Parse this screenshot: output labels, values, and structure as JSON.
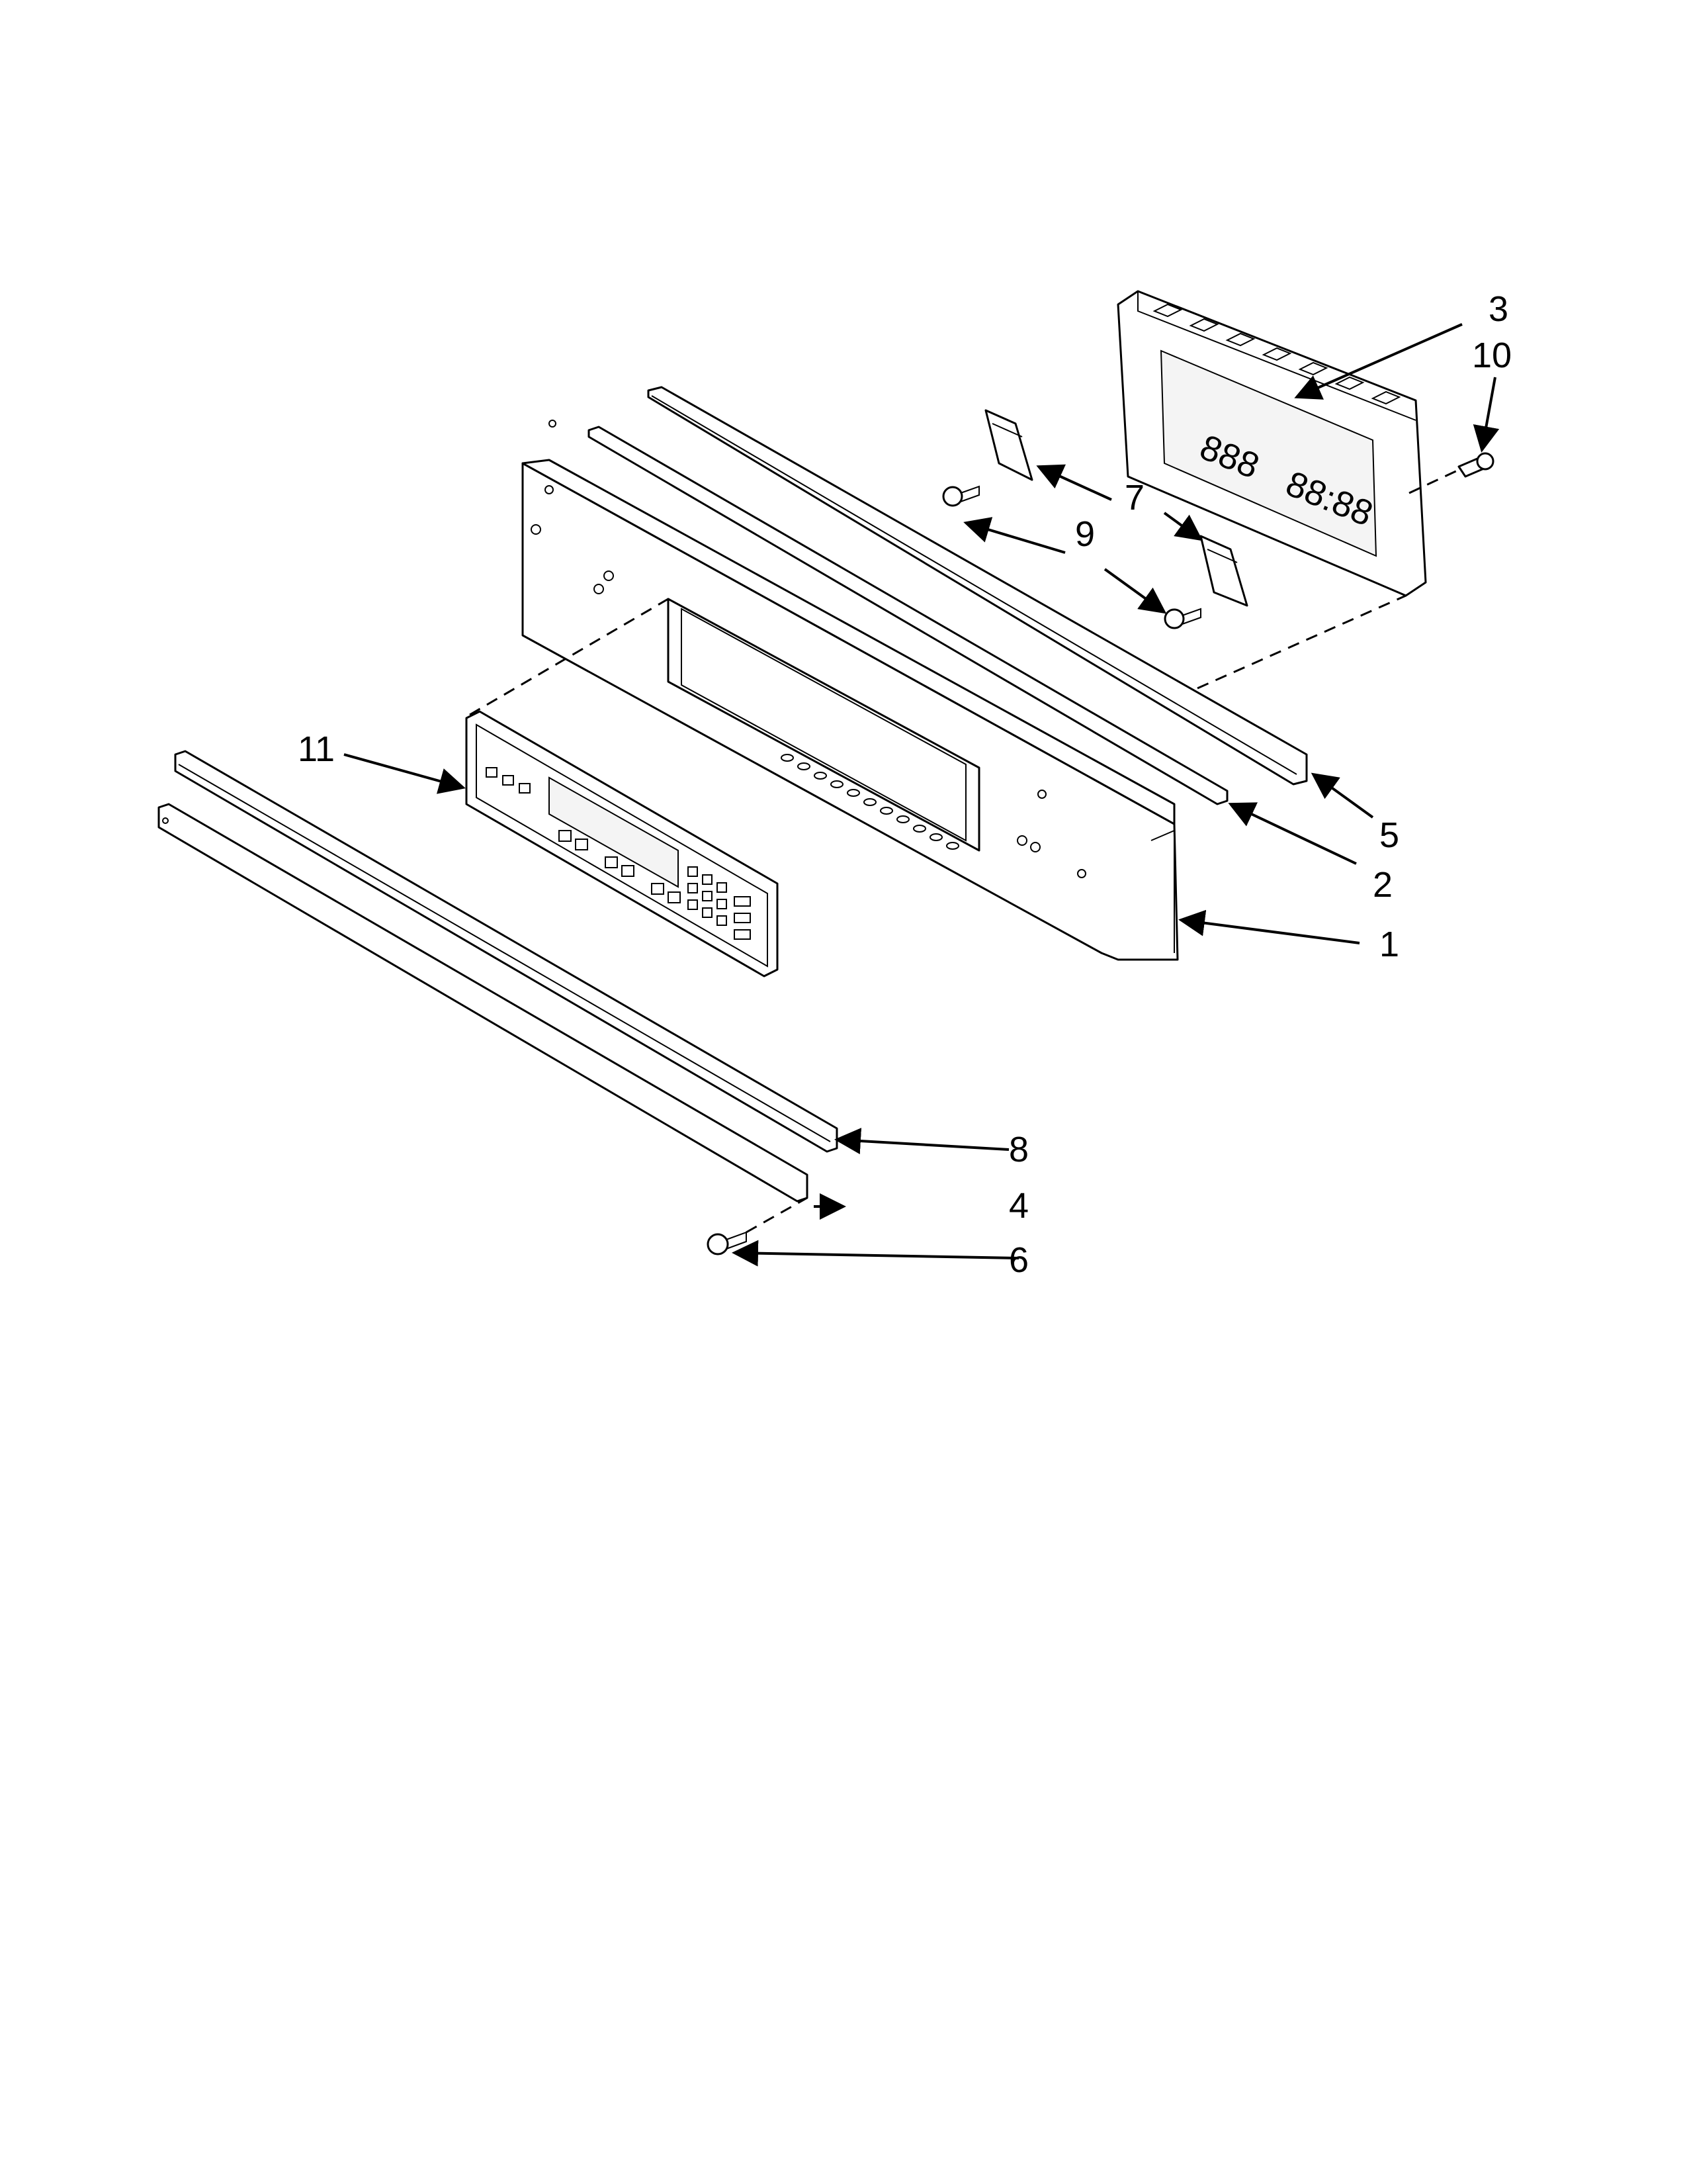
{
  "callouts": {
    "c1": "1",
    "c2": "2",
    "c3": "3",
    "c4": "4",
    "c5": "5",
    "c6": "6",
    "c7": "7",
    "c8": "8",
    "c9": "9",
    "c10": "10",
    "c11": "11"
  },
  "display_segments": {
    "left": "888",
    "right": "88:88"
  }
}
